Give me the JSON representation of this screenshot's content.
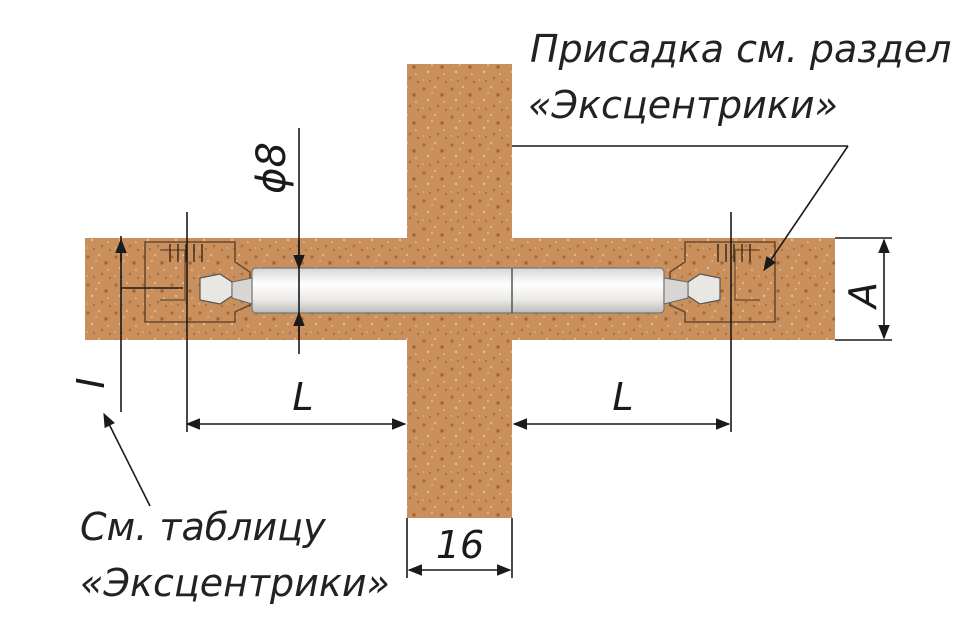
{
  "labels": {
    "top_note_line1": "Присадка см. раздел",
    "top_note_line2": "«Эксцентрики»",
    "bottom_note_line1": "См. таблицу",
    "bottom_note_line2": "«Эксцентрики»"
  },
  "dimensions": {
    "diameter": "ϕ8",
    "length_left": "L",
    "length_right": "L",
    "thickness": "16",
    "height": "A",
    "offset": "I"
  },
  "colors": {
    "board": "#c98f5c",
    "board_dark": "#a86b3c",
    "board_light": "#dcae7e",
    "rod": "#f4f2f0",
    "rod_edge": "#6b6b6b",
    "line": "#1a1a1a"
  }
}
